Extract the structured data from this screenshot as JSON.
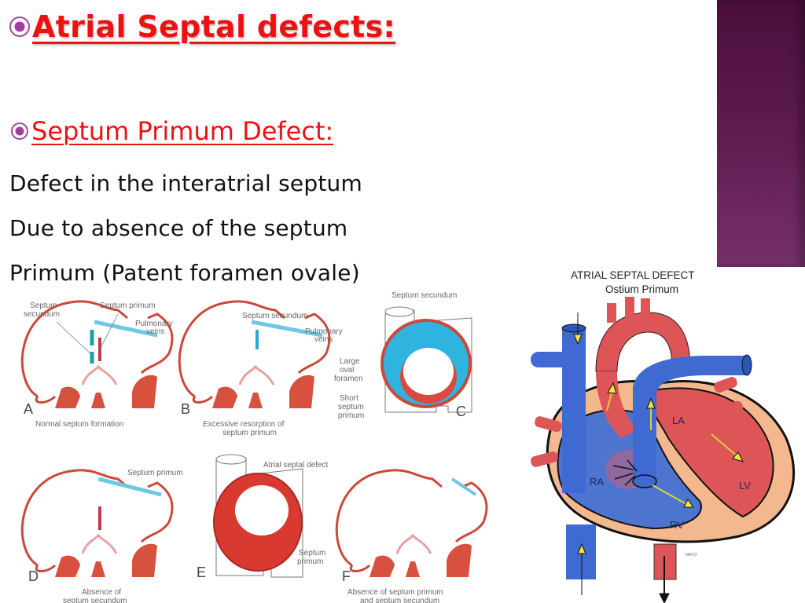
{
  "slide": {
    "title": "Atrial Septal defects:",
    "subtitle": "Septum Primum Defect:",
    "body_lines": [
      "Defect in the interatrial septum",
      "Due to absence of the septum",
      "Primum (Patent foramen ovale)"
    ],
    "colors": {
      "heading": "#ee1111",
      "bullet": "#a13ea0",
      "body_text": "#111111",
      "side_bar_top": "#4a0e3c",
      "side_bar_bottom": "#76306a"
    }
  },
  "embryology_figure": {
    "panels": [
      {
        "letter": "A",
        "caption": [
          "Normal septum formation"
        ],
        "labels": [
          "Septum",
          "secundum",
          "Septum primum",
          "Pulmonary",
          "veins"
        ]
      },
      {
        "letter": "B",
        "caption": [
          "Excessive resorption of",
          "septum primum"
        ],
        "labels": [
          "Septum secundum",
          "Pulmonary",
          "veins"
        ]
      },
      {
        "letter": "C",
        "caption": [],
        "labels": [
          "Septum secundum",
          "Large",
          "oval",
          "foramen",
          "Short",
          "septum",
          "primum"
        ]
      },
      {
        "letter": "D",
        "caption": [
          "Absence of",
          "septum secundum"
        ],
        "labels": [
          "Septum primum"
        ]
      },
      {
        "letter": "E",
        "caption": [],
        "labels": [
          "Atrial septal defect",
          "Septum",
          "primum"
        ]
      },
      {
        "letter": "F",
        "caption": [
          "Absence of septum primum",
          "and septum secundum"
        ],
        "labels": []
      }
    ]
  },
  "heart_figure": {
    "title": "ATRIAL SEPTAL DEFECT",
    "subtitle": "Ostium Primum",
    "chambers": {
      "la": "LA",
      "ra": "RA",
      "lv": "LV",
      "rv": "RV"
    },
    "credit": "MAYO"
  }
}
